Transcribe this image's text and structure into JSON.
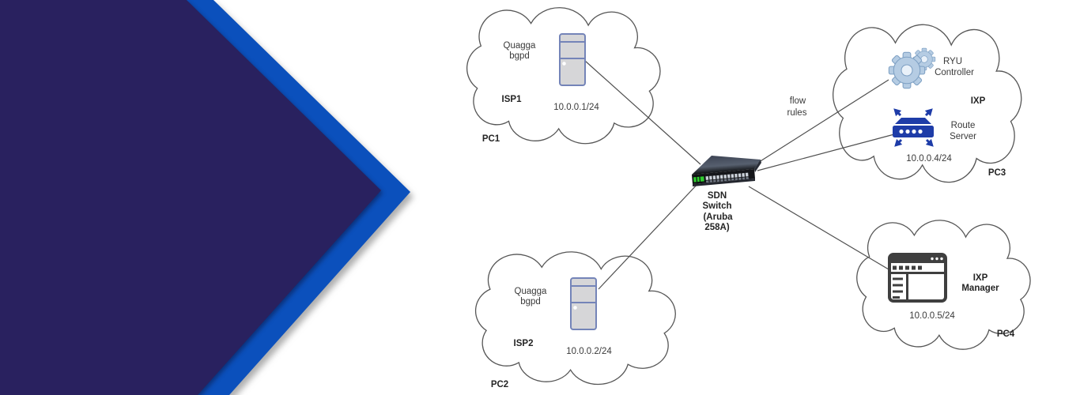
{
  "colors": {
    "slide_navy": "#29215f",
    "slide_blue": "#0b50bc",
    "cloud_stroke": "#565656",
    "link_line": "#4f4f4f",
    "server_fill": "#d6d6d8",
    "server_stroke": "#7484b8",
    "route_server_blue": "#1e3ca8",
    "browser_gray": "#3f3f3f",
    "gear_fill": "#b5cce3",
    "led_green": "#2fcb2f"
  },
  "clouds": {
    "isp1": {
      "app_lines": [
        "Quagga",
        "bgpd"
      ],
      "name": "ISP1",
      "ip": "10.0.0.1/24",
      "pc": "PC1"
    },
    "isp2": {
      "app_lines": [
        "Quagga",
        "bgpd"
      ],
      "name": "ISP2",
      "ip": "10.0.0.2/24",
      "pc": "PC2"
    },
    "ixp": {
      "name": "IXP",
      "pc": "PC3",
      "ip": "10.0.0.4/24",
      "controller_lines": [
        "RYU",
        "Controller"
      ],
      "route_server_lines": [
        "Route",
        "Server"
      ]
    },
    "ixp_manager": {
      "name_lines": [
        "IXP",
        "Manager"
      ],
      "ip": "10.0.0.5/24",
      "pc": "PC4"
    }
  },
  "switch": {
    "label_lines": [
      "SDN",
      "Switch",
      "(Aruba",
      "258A)"
    ]
  },
  "annotations": {
    "flow_rules_lines": [
      "flow",
      "rules"
    ]
  },
  "icons": {
    "isp1_icon": "server-tower-icon",
    "isp2_icon": "server-tower-icon",
    "controller_icon": "gears-icon",
    "route_server_icon": "router-arrows-icon",
    "ixp_manager_icon": "browser-window-icon",
    "switch_icon": "network-switch-icon"
  }
}
